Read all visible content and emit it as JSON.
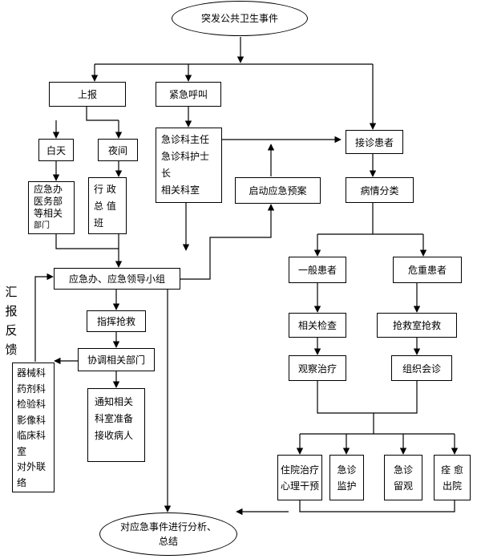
{
  "nodes": {
    "start": "突发公共卫生事件",
    "report": "上报",
    "emergency_call": "紧急呼叫",
    "day": "白天",
    "night": "夜间",
    "day_depts": [
      "应急办",
      "医务部",
      "等相关",
      "部门"
    ],
    "duty": [
      "行 政",
      "总 值",
      "班"
    ],
    "er_staff": [
      "急诊科主任",
      "急诊科护士",
      "长",
      "相关科室"
    ],
    "start_plan": "启动应急预案",
    "receive": "接诊患者",
    "triage": "病情分类",
    "leader_group": "应急办、应急领导小组",
    "general": "一般患者",
    "critical": "危重患者",
    "command": "指挥抢救",
    "check": "相关检查",
    "rescue_room": "抢救室抢救",
    "coordinate": "协调相关部门",
    "observe": "观察治疗",
    "consult": "组织会诊",
    "depts_list": [
      "器械科",
      "药剂科",
      "检验科",
      "影像科",
      "临床科",
      "室",
      "对外联",
      "络"
    ],
    "notify": [
      "通知相关",
      "科室准备",
      "接收病人"
    ],
    "inpatient": [
      "住院治疗",
      "心理干预"
    ],
    "er_care": [
      "急诊",
      "监护"
    ],
    "er_obs": [
      "急诊",
      "留观"
    ],
    "discharge": [
      "痊 愈",
      "出院"
    ],
    "end": [
      "对应急事件进行分析、",
      "总结"
    ],
    "feedback": [
      "汇",
      "报",
      "反",
      "馈"
    ]
  }
}
